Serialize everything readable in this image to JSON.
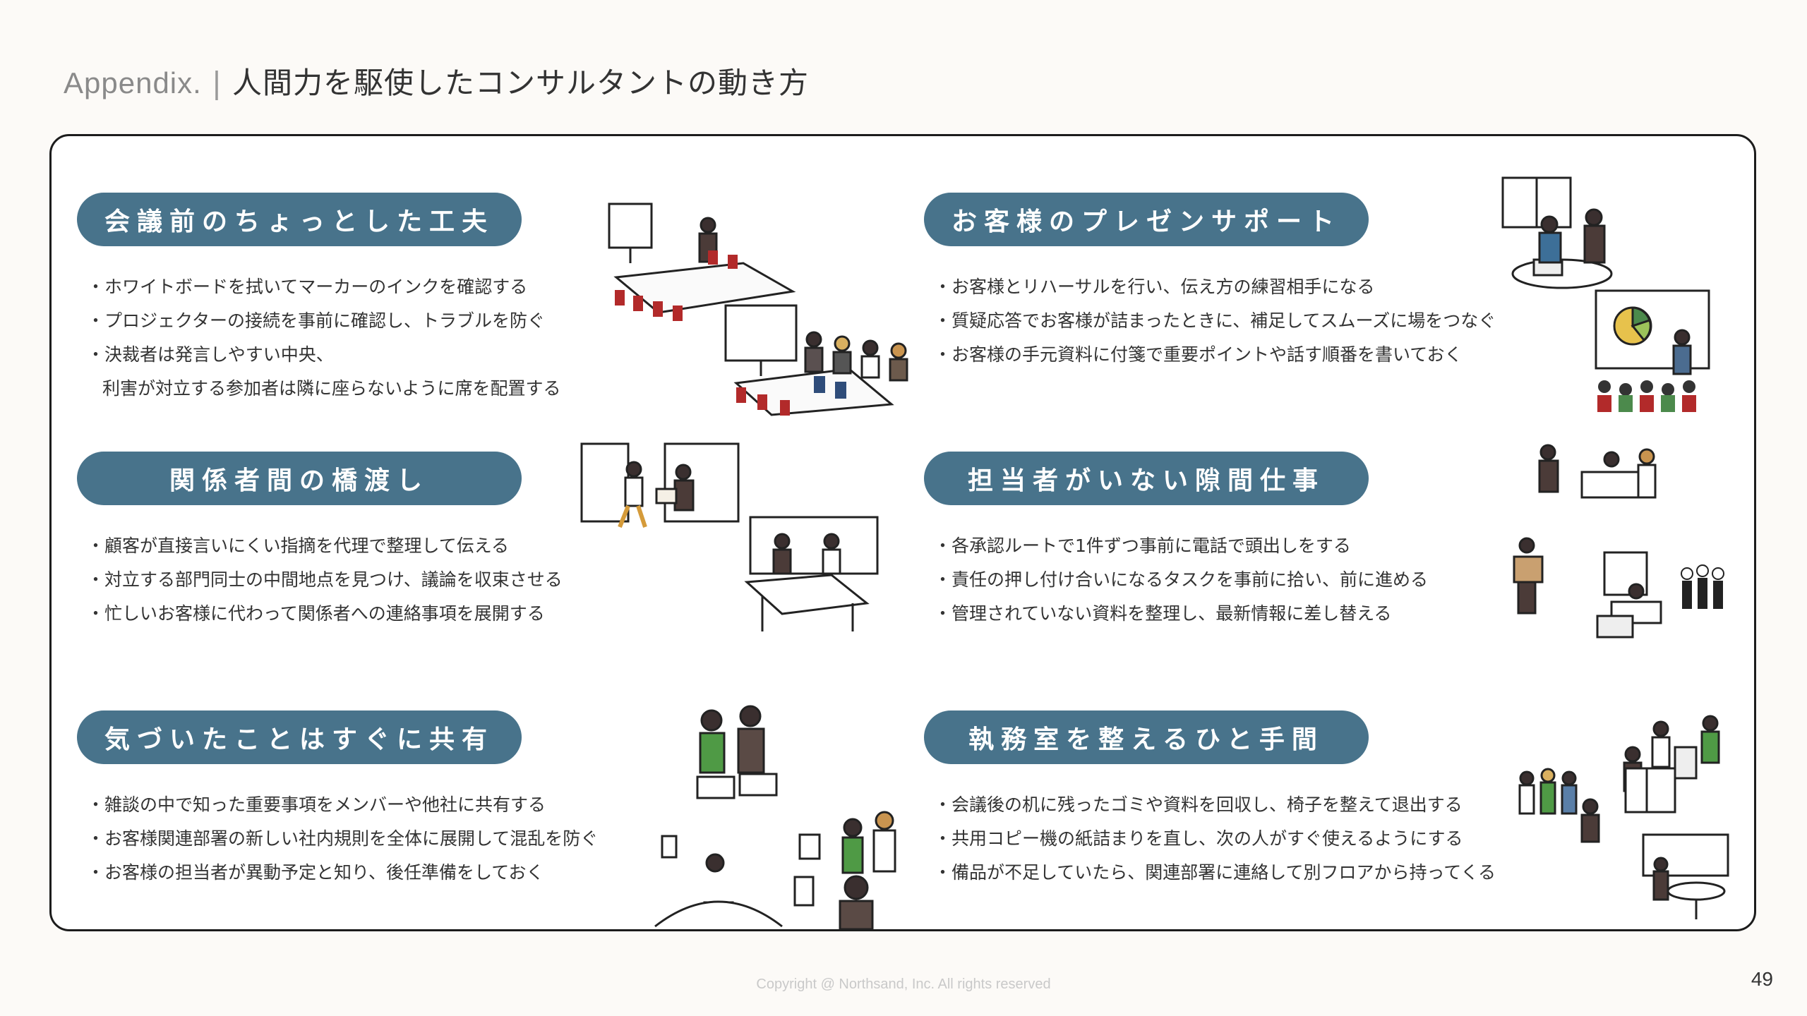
{
  "header": {
    "prefix": "Appendix.",
    "separator": "|",
    "title": "人間力を駆使したコンサルタントの動き方"
  },
  "sections": [
    {
      "heading": "会議前のちょっとした工夫",
      "items": [
        "・ホワイトボードを拭いてマーカーのインクを確認する",
        "・プロジェクターの接続を事前に確認し、トラブルを防ぐ",
        "・決裁者は発言しやすい中央、",
        "利害が対立する参加者は隣に座らないように席を配置する"
      ],
      "illustration_icon": "meeting-room-illustration"
    },
    {
      "heading": "お客様のプレゼンサポート",
      "items": [
        "・お客様とリハーサルを行い、伝え方の練習相手になる",
        "・質疑応答でお客様が詰まったときに、補足してスムーズに場をつなぐ",
        "・お客様の手元資料に付箋で重要ポイントや話す順番を書いておく"
      ],
      "illustration_icon": "presentation-illustration"
    },
    {
      "heading": "関係者間の橋渡し",
      "items": [
        "・顧客が直接言いにくい指摘を代理で整理して伝える",
        "・対立する部門同士の中間地点を見つけ、議論を収束させる",
        "・忙しいお客様に代わって関係者への連絡事項を展開する"
      ],
      "illustration_icon": "bridge-stakeholders-illustration"
    },
    {
      "heading": "担当者がいない隙間仕事",
      "items": [
        "・各承認ルートで1件ずつ事前に電話で頭出しをする",
        "・責任の押し付け合いになるタスクを事前に拾い、前に進める",
        "・管理されていない資料を整理し、最新情報に差し替える"
      ],
      "illustration_icon": "gap-work-illustration"
    },
    {
      "heading": "気づいたことはすぐに共有",
      "items": [
        "・雑談の中で知った重要事項をメンバーや他社に共有する",
        "・お客様関連部署の新しい社内規則を全体に展開して混乱を防ぐ",
        "・お客様の担当者が異動予定と知り、後任準備をしておく"
      ],
      "illustration_icon": "sharing-illustration"
    },
    {
      "heading": "執務室を整えるひと手間",
      "items": [
        "・会議後の机に残ったゴミや資料を回収し、椅子を整えて退出する",
        "・共用コピー機の紙詰まりを直し、次の人がすぐ使えるようにする",
        "・備品が不足していたら、関連部署に連絡して別フロアから持ってくる"
      ],
      "illustration_icon": "office-tidy-illustration"
    }
  ],
  "footer": {
    "copyright": "Copyright @ Northsand, Inc. All rights reserved",
    "page_number": "49"
  },
  "colors": {
    "accent": "#48738b",
    "background": "#fcfaf7",
    "panel": "#ffffff",
    "border": "#1c1c1c"
  }
}
